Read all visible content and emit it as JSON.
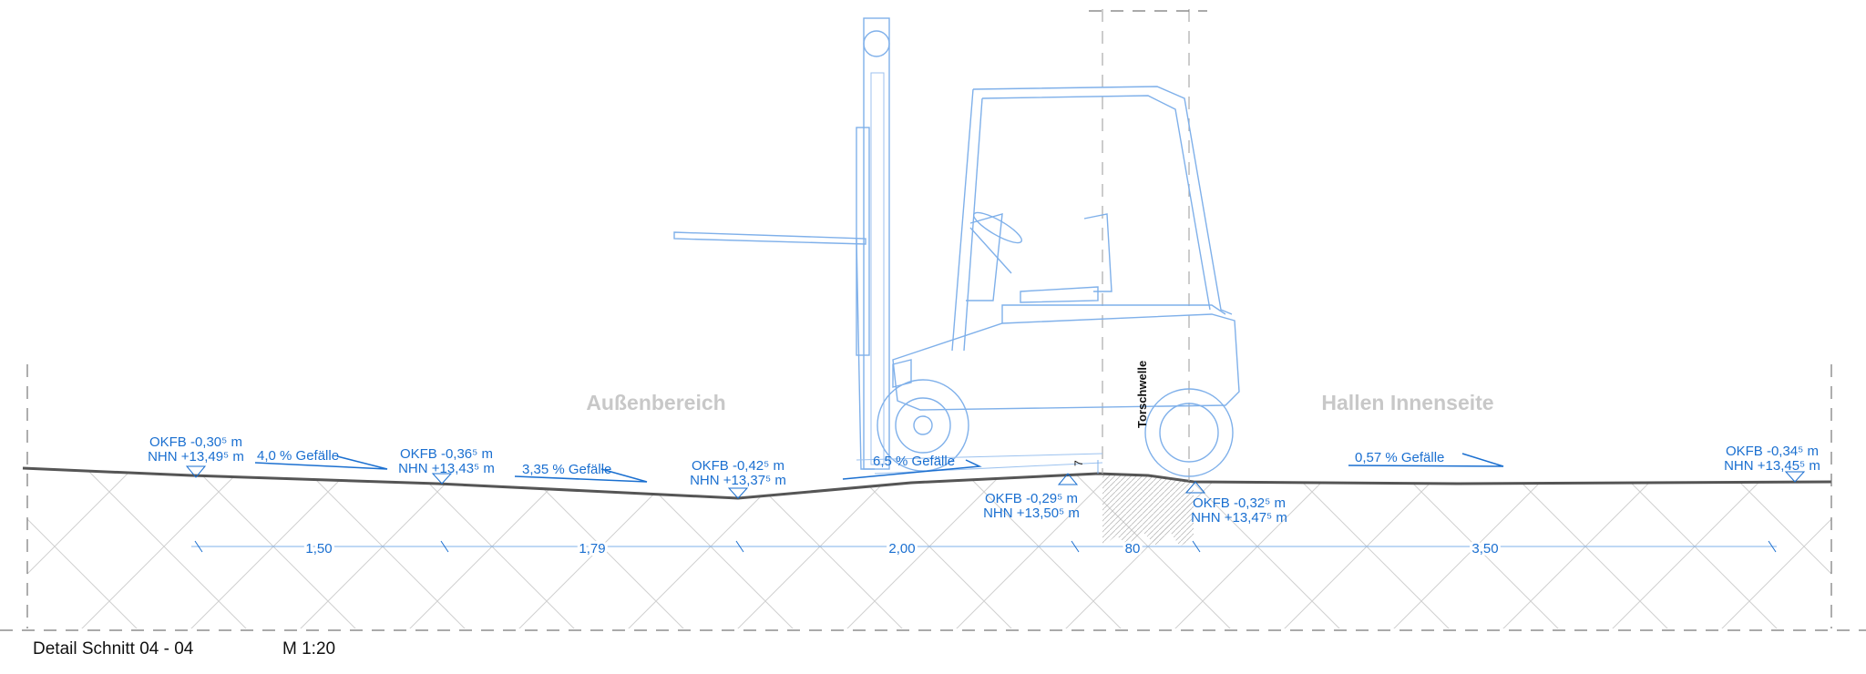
{
  "regions": {
    "outside": "Außenbereich",
    "inside": "Hallen Innenseite"
  },
  "threshold_label": "Torschwelle",
  "threshold_height": "7",
  "levels": [
    {
      "okfb": "OKFB -0,30⁵ m",
      "nhn": "NHN +13,49⁵ m"
    },
    {
      "okfb": "OKFB -0,36⁵ m",
      "nhn": "NHN +13,43⁵ m"
    },
    {
      "okfb": "OKFB -0,42⁵ m",
      "nhn": "NHN +13,37⁵ m"
    },
    {
      "okfb": "OKFB -0,29⁵ m",
      "nhn": "NHN +13,50⁵ m"
    },
    {
      "okfb": "OKFB -0,32⁵ m",
      "nhn": "NHN +13,47⁵ m"
    },
    {
      "okfb": "OKFB -0,34⁵ m",
      "nhn": "NHN +13,45⁵ m"
    }
  ],
  "slopes": [
    "4,0 % Gefälle",
    "3,35 % Gefälle",
    "6,5 % Gefälle",
    "0,57 % Gefälle"
  ],
  "dimensions": [
    "1,50",
    "1,79",
    "2,00",
    "80",
    "3,50"
  ],
  "footer": {
    "title": "Detail Schnitt 04 - 04",
    "scale": "M 1:20"
  }
}
